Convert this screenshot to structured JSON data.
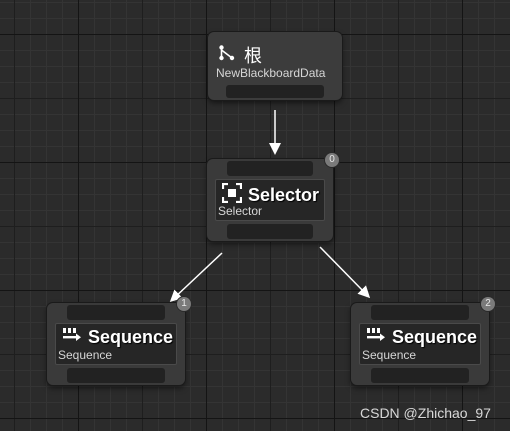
{
  "root": {
    "title": "根",
    "blackboard": "NewBlackboardData",
    "icon": "tree-root-icon"
  },
  "selector": {
    "title": "Selector",
    "subtitle": "Selector",
    "index": "0",
    "icon": "selector-icon"
  },
  "sequences": [
    {
      "title": "Sequence",
      "subtitle": "Sequence",
      "index": "1",
      "icon": "sequence-icon"
    },
    {
      "title": "Sequence",
      "subtitle": "Sequence",
      "index": "2",
      "icon": "sequence-icon"
    }
  ],
  "watermark": "CSDN @Zhichao_97",
  "colors": {
    "background": "#2b2b2b",
    "node": "#3a3a3a",
    "wire": "#ffffff"
  }
}
